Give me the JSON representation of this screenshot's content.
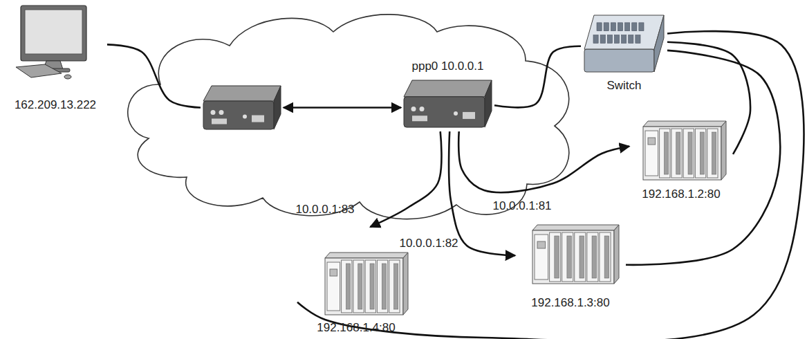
{
  "diagram": {
    "nodes": [
      {
        "text": [
          "162.209.13.222"
        ]
      },
      {
        "text": []
      },
      {
        "text": [
          "ppp0 10.0.0.1"
        ]
      },
      {
        "text": [
          "Switch"
        ]
      },
      {
        "text": [
          "192.168.1.2:80"
        ]
      },
      {
        "text": [
          "192.168.1.3:80"
        ]
      },
      {
        "text": [
          "192.168.1.4:80"
        ]
      }
    ],
    "edges": [
      {
        "from": 0,
        "to": 1,
        "arrow": "none"
      },
      {
        "from": 1,
        "to": 2,
        "arrow": "both"
      },
      {
        "from": 2,
        "to": 3,
        "arrow": "none"
      },
      {
        "from": 2,
        "to": 4,
        "arrow": "to",
        "label": "10.0.0.1:81"
      },
      {
        "from": 2,
        "to": 5,
        "arrow": "to",
        "label": "10.0.0.1:82"
      },
      {
        "from": 2,
        "to": 6,
        "arrow": "to",
        "label": "10.0.0.1:83"
      },
      {
        "from": 3,
        "to": 4,
        "arrow": "none"
      },
      {
        "from": 3,
        "to": 5,
        "arrow": "none"
      },
      {
        "from": 3,
        "to": 6,
        "arrow": "none"
      }
    ]
  }
}
